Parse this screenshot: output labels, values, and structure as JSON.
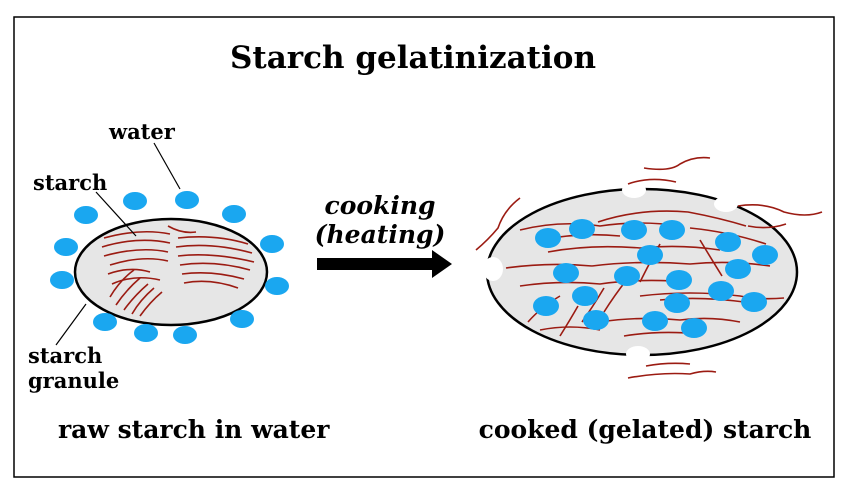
{
  "title": "Starch gelatinization",
  "labels": {
    "water": "water",
    "starch": "starch",
    "granule_line1": "starch",
    "granule_line2": "granule",
    "process_line1": "cooking",
    "process_line2": "(heating)",
    "left_caption": "raw starch in water",
    "right_caption": "cooked (gelated) starch"
  },
  "colors": {
    "water_molecule": "#1aa7f0",
    "starch_chain": "#9b1b12",
    "granule_fill": "#e6e6e6",
    "outline": "#000000",
    "border": "#000000"
  }
}
